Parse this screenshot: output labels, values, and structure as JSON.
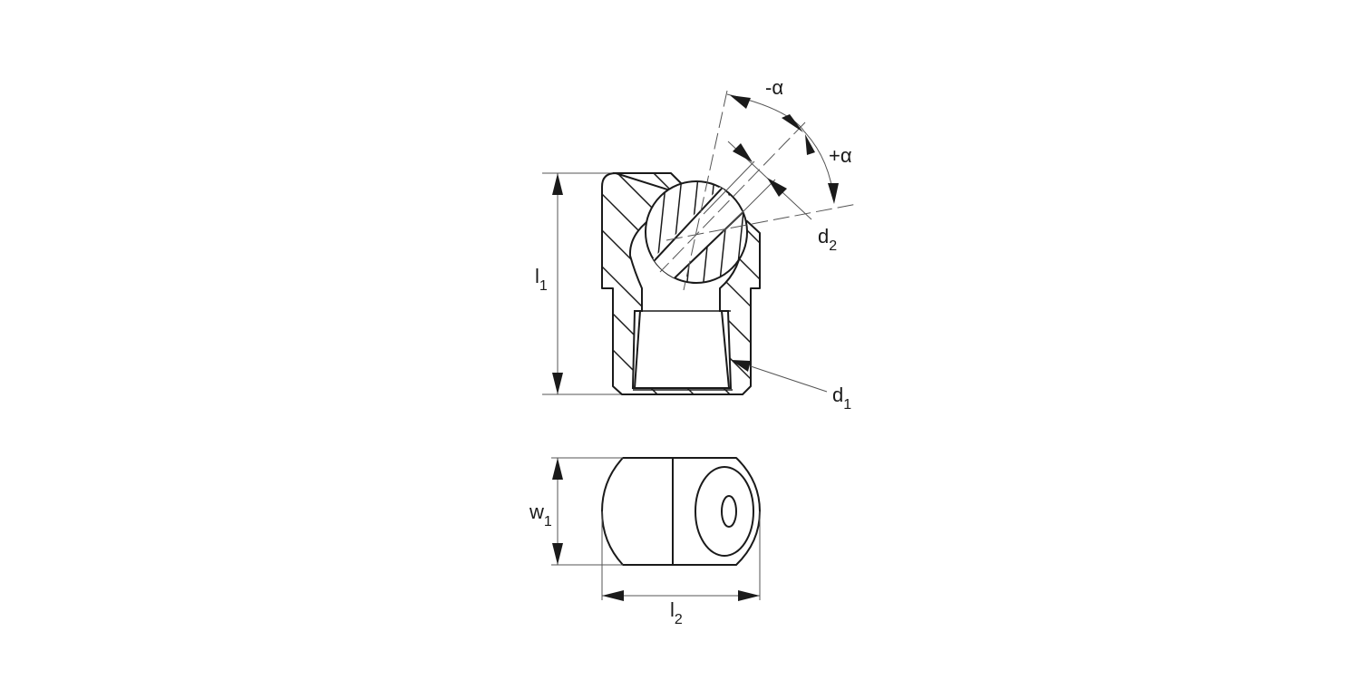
{
  "drawing": {
    "title": "Ball socket fitting technical drawing",
    "views": [
      "section-view",
      "top-view"
    ],
    "labels": {
      "l1": {
        "main": "l",
        "sub": "1"
      },
      "l2": {
        "main": "l",
        "sub": "2"
      },
      "w1": {
        "main": "w",
        "sub": "1"
      },
      "d1": {
        "main": "d",
        "sub": "1"
      },
      "d2": {
        "main": "d",
        "sub": "2"
      },
      "minus_alpha": "-α",
      "plus_alpha": "+α"
    },
    "colors": {
      "line": "#1a1a1a",
      "thin_line": "#555555",
      "background": "#ffffff"
    }
  }
}
